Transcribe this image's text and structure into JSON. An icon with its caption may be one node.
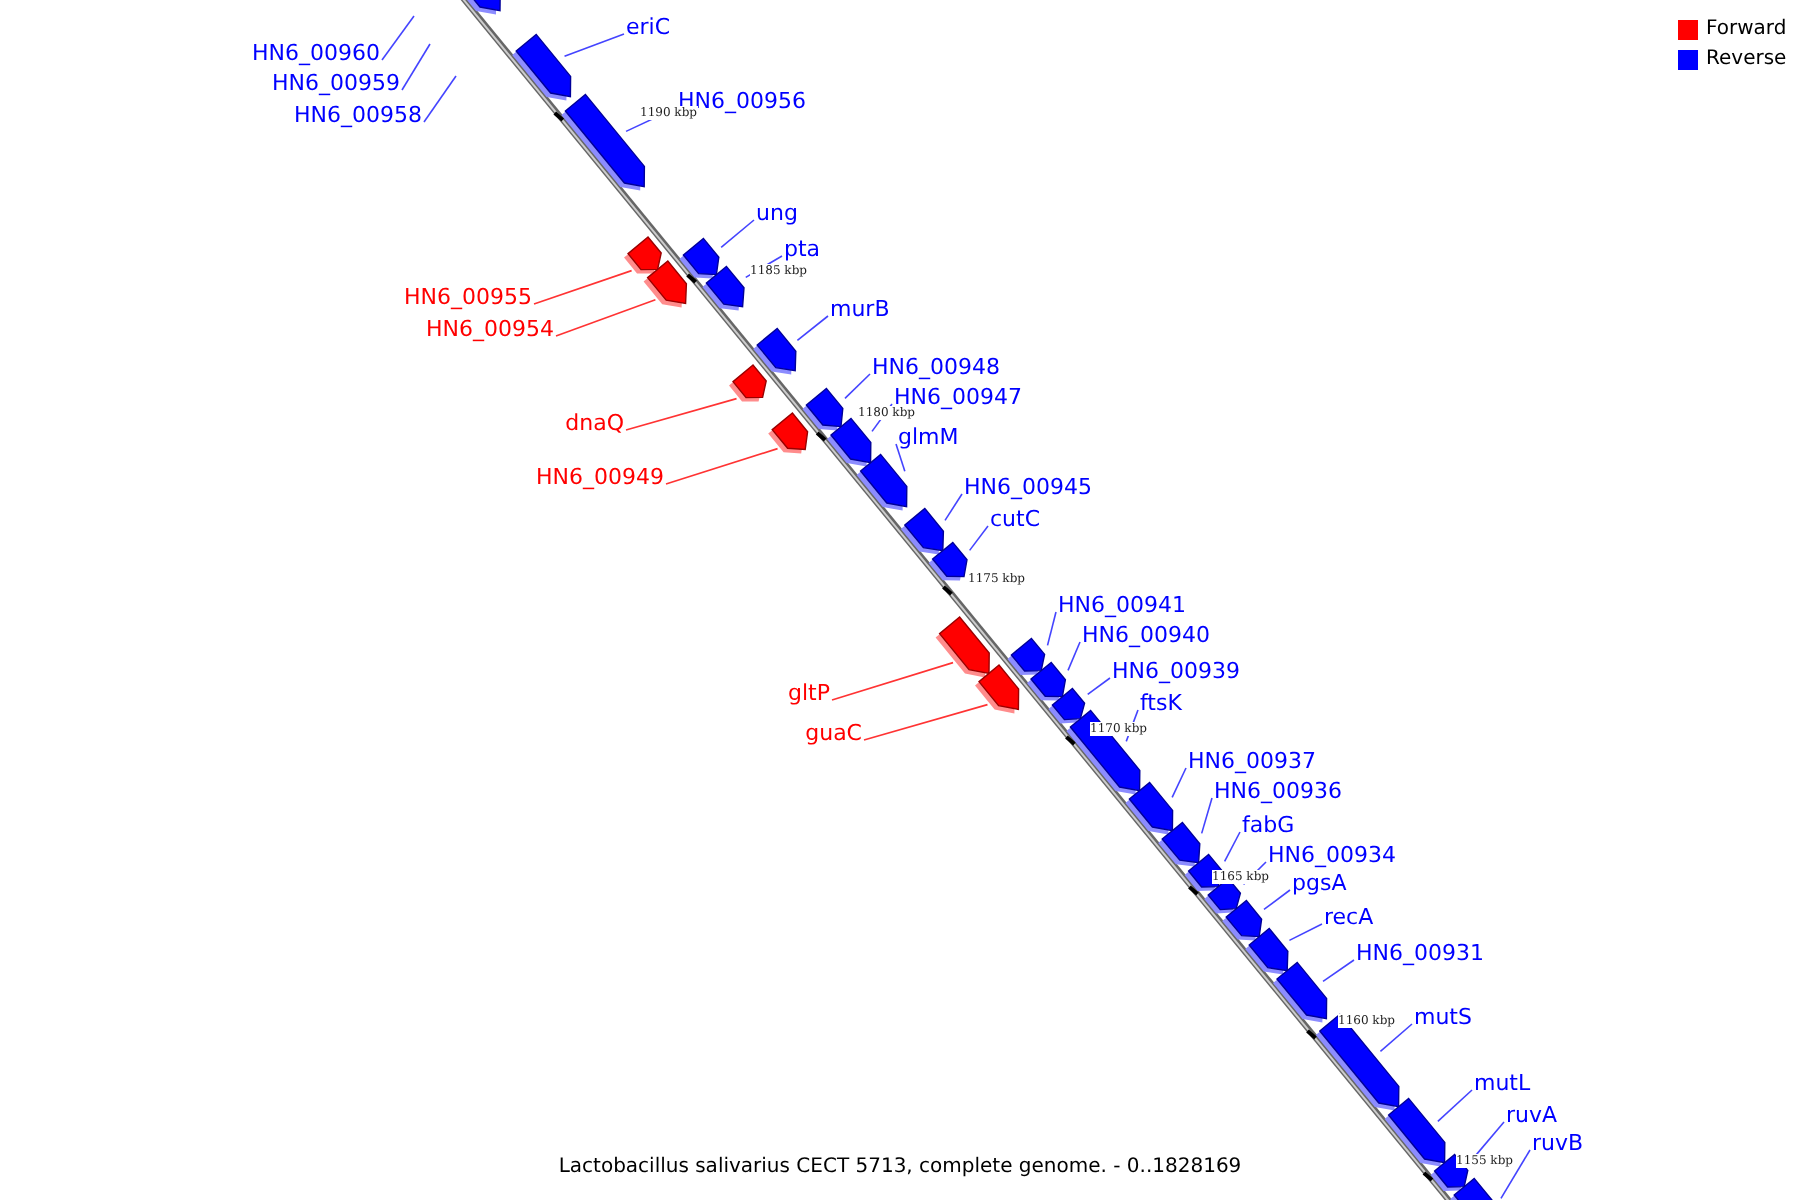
{
  "diagram": {
    "caption": "Lactobacillus salivarius CECT 5713, complete genome. - 0..1828169",
    "nodes": [
      {
        "text": [],
        "shape": "bar"
      },
      {
        "text": [
          "HN6_00960"
        ]
      },
      {
        "text": [
          "HN6_00959"
        ]
      },
      {
        "text": [
          "HN6_00958"
        ]
      },
      {
        "text": [
          "eriC"
        ]
      },
      {
        "text": [],
        "shape": "bar"
      },
      {
        "text": [
          "HN6_00956"
        ]
      },
      {
        "text": [],
        "shape": "bar"
      },
      {
        "text": [
          "HN6_00955"
        ]
      },
      {
        "text": [],
        "shape": "bar"
      },
      {
        "text": [
          "HN6_00954"
        ]
      },
      {
        "text": [],
        "shape": "bar"
      },
      {
        "text": [
          "ung"
        ]
      },
      {
        "text": [],
        "shape": "bar"
      },
      {
        "text": [
          "pta"
        ]
      },
      {
        "text": [],
        "shape": "bar"
      },
      {
        "text": [
          "murB"
        ]
      },
      {
        "text": [],
        "shape": "bar"
      },
      {
        "text": [
          "dnaQ"
        ]
      },
      {
        "text": [],
        "shape": "bar"
      },
      {
        "text": [
          "HN6_00948"
        ]
      },
      {
        "text": [],
        "shape": "bar"
      },
      {
        "text": [
          "HN6_00949"
        ]
      },
      {
        "text": [],
        "shape": "bar"
      },
      {
        "text": [
          "HN6_00947"
        ]
      },
      {
        "text": [],
        "shape": "bar"
      },
      {
        "text": [
          "glmM"
        ]
      },
      {
        "text": [],
        "shape": "bar"
      },
      {
        "text": [
          "HN6_00945"
        ]
      },
      {
        "text": [],
        "shape": "bar"
      },
      {
        "text": [
          "cutC"
        ]
      },
      {
        "text": [],
        "shape": "bar"
      },
      {
        "text": [
          "gltP"
        ]
      },
      {
        "text": [],
        "shape": "bar"
      },
      {
        "text": [
          "guaC"
        ]
      },
      {
        "text": [],
        "shape": "bar"
      },
      {
        "text": [
          "HN6_00941"
        ]
      },
      {
        "text": [],
        "shape": "bar"
      },
      {
        "text": [
          "HN6_00940"
        ]
      },
      {
        "text": [],
        "shape": "bar"
      },
      {
        "text": [
          "HN6_00939"
        ]
      },
      {
        "text": [],
        "shape": "bar"
      },
      {
        "text": [
          "ftsK"
        ]
      },
      {
        "text": [],
        "shape": "bar"
      },
      {
        "text": [
          "HN6_00937"
        ]
      },
      {
        "text": [],
        "shape": "bar"
      },
      {
        "text": [
          "HN6_00936"
        ]
      },
      {
        "text": [],
        "shape": "bar"
      },
      {
        "text": [
          "fabG"
        ]
      },
      {
        "text": [],
        "shape": "bar"
      },
      {
        "text": [
          "HN6_00934"
        ]
      },
      {
        "text": [],
        "shape": "bar"
      },
      {
        "text": [
          "pgsA"
        ]
      },
      {
        "text": [],
        "shape": "bar"
      },
      {
        "text": [
          "recA"
        ]
      },
      {
        "text": [],
        "shape": "bar"
      },
      {
        "text": [
          "HN6_00931"
        ]
      },
      {
        "text": [],
        "shape": "bar"
      },
      {
        "text": [
          "mutS"
        ]
      },
      {
        "text": [],
        "shape": "bar"
      },
      {
        "text": [
          "mutL"
        ]
      },
      {
        "text": [],
        "shape": "bar"
      },
      {
        "text": [
          "ruvA"
        ]
      },
      {
        "text": [],
        "shape": "bar"
      },
      {
        "text": [
          "ruvB"
        ]
      },
      {
        "text": [],
        "shape": "bar"
      }
    ],
    "edges": [
      {
        "from": 1,
        "to": null,
        "arrow": "none"
      },
      {
        "from": 2,
        "to": null,
        "arrow": "none"
      },
      {
        "from": 3,
        "to": null,
        "arrow": "none"
      },
      {
        "from": 4,
        "to": 5,
        "arrow": "none"
      },
      {
        "from": 6,
        "to": 7,
        "arrow": "none"
      },
      {
        "from": 8,
        "to": 9,
        "arrow": "none",
        "color": "#ff3333"
      },
      {
        "from": 10,
        "to": 11,
        "arrow": "none",
        "color": "#ff3333"
      },
      {
        "from": 12,
        "to": 13,
        "arrow": "none"
      },
      {
        "from": 14,
        "to": 15,
        "arrow": "none"
      },
      {
        "from": 16,
        "to": 17,
        "arrow": "none"
      },
      {
        "from": 18,
        "to": 19,
        "arrow": "none",
        "color": "#ff3333"
      },
      {
        "from": 20,
        "to": 21,
        "arrow": "none"
      },
      {
        "from": 22,
        "to": 23,
        "arrow": "none",
        "color": "#ff3333"
      },
      {
        "from": 24,
        "to": 25,
        "arrow": "none"
      },
      {
        "from": 26,
        "to": 27,
        "arrow": "none"
      },
      {
        "from": 28,
        "to": 29,
        "arrow": "none"
      },
      {
        "from": 30,
        "to": 31,
        "arrow": "none"
      },
      {
        "from": 32,
        "to": 33,
        "arrow": "none",
        "color": "#ff3333"
      },
      {
        "from": 34,
        "to": 35,
        "arrow": "none",
        "color": "#ff3333"
      },
      {
        "from": 36,
        "to": 37,
        "arrow": "none"
      },
      {
        "from": 38,
        "to": 39,
        "arrow": "none"
      },
      {
        "from": 40,
        "to": 41,
        "arrow": "none"
      },
      {
        "from": 42,
        "to": 43,
        "arrow": "none"
      },
      {
        "from": 44,
        "to": 45,
        "arrow": "none"
      },
      {
        "from": 46,
        "to": 47,
        "arrow": "none"
      },
      {
        "from": 48,
        "to": 49,
        "arrow": "none"
      },
      {
        "from": 50,
        "to": 51,
        "arrow": "none"
      },
      {
        "from": 52,
        "to": 53,
        "arrow": "none"
      },
      {
        "from": 54,
        "to": 55,
        "arrow": "none"
      },
      {
        "from": 56,
        "to": 57,
        "arrow": "none"
      },
      {
        "from": 58,
        "to": 59,
        "arrow": "none"
      },
      {
        "from": 60,
        "to": 61,
        "arrow": "none"
      },
      {
        "from": 62,
        "to": 63,
        "arrow": "none"
      },
      {
        "from": 64,
        "to": 65,
        "arrow": "none"
      }
    ],
    "labels": [
      "1190 kbp",
      "1185 kbp",
      "1180 kbp",
      "1175 kbp",
      "1170 kbp",
      "1165 kbp",
      "1160 kbp",
      "1155 kbp"
    ],
    "legend": [
      {
        "text": "Forward",
        "color": "#ff0000"
      },
      {
        "text": "Reverse",
        "color": "#0000ff"
      }
    ]
  }
}
